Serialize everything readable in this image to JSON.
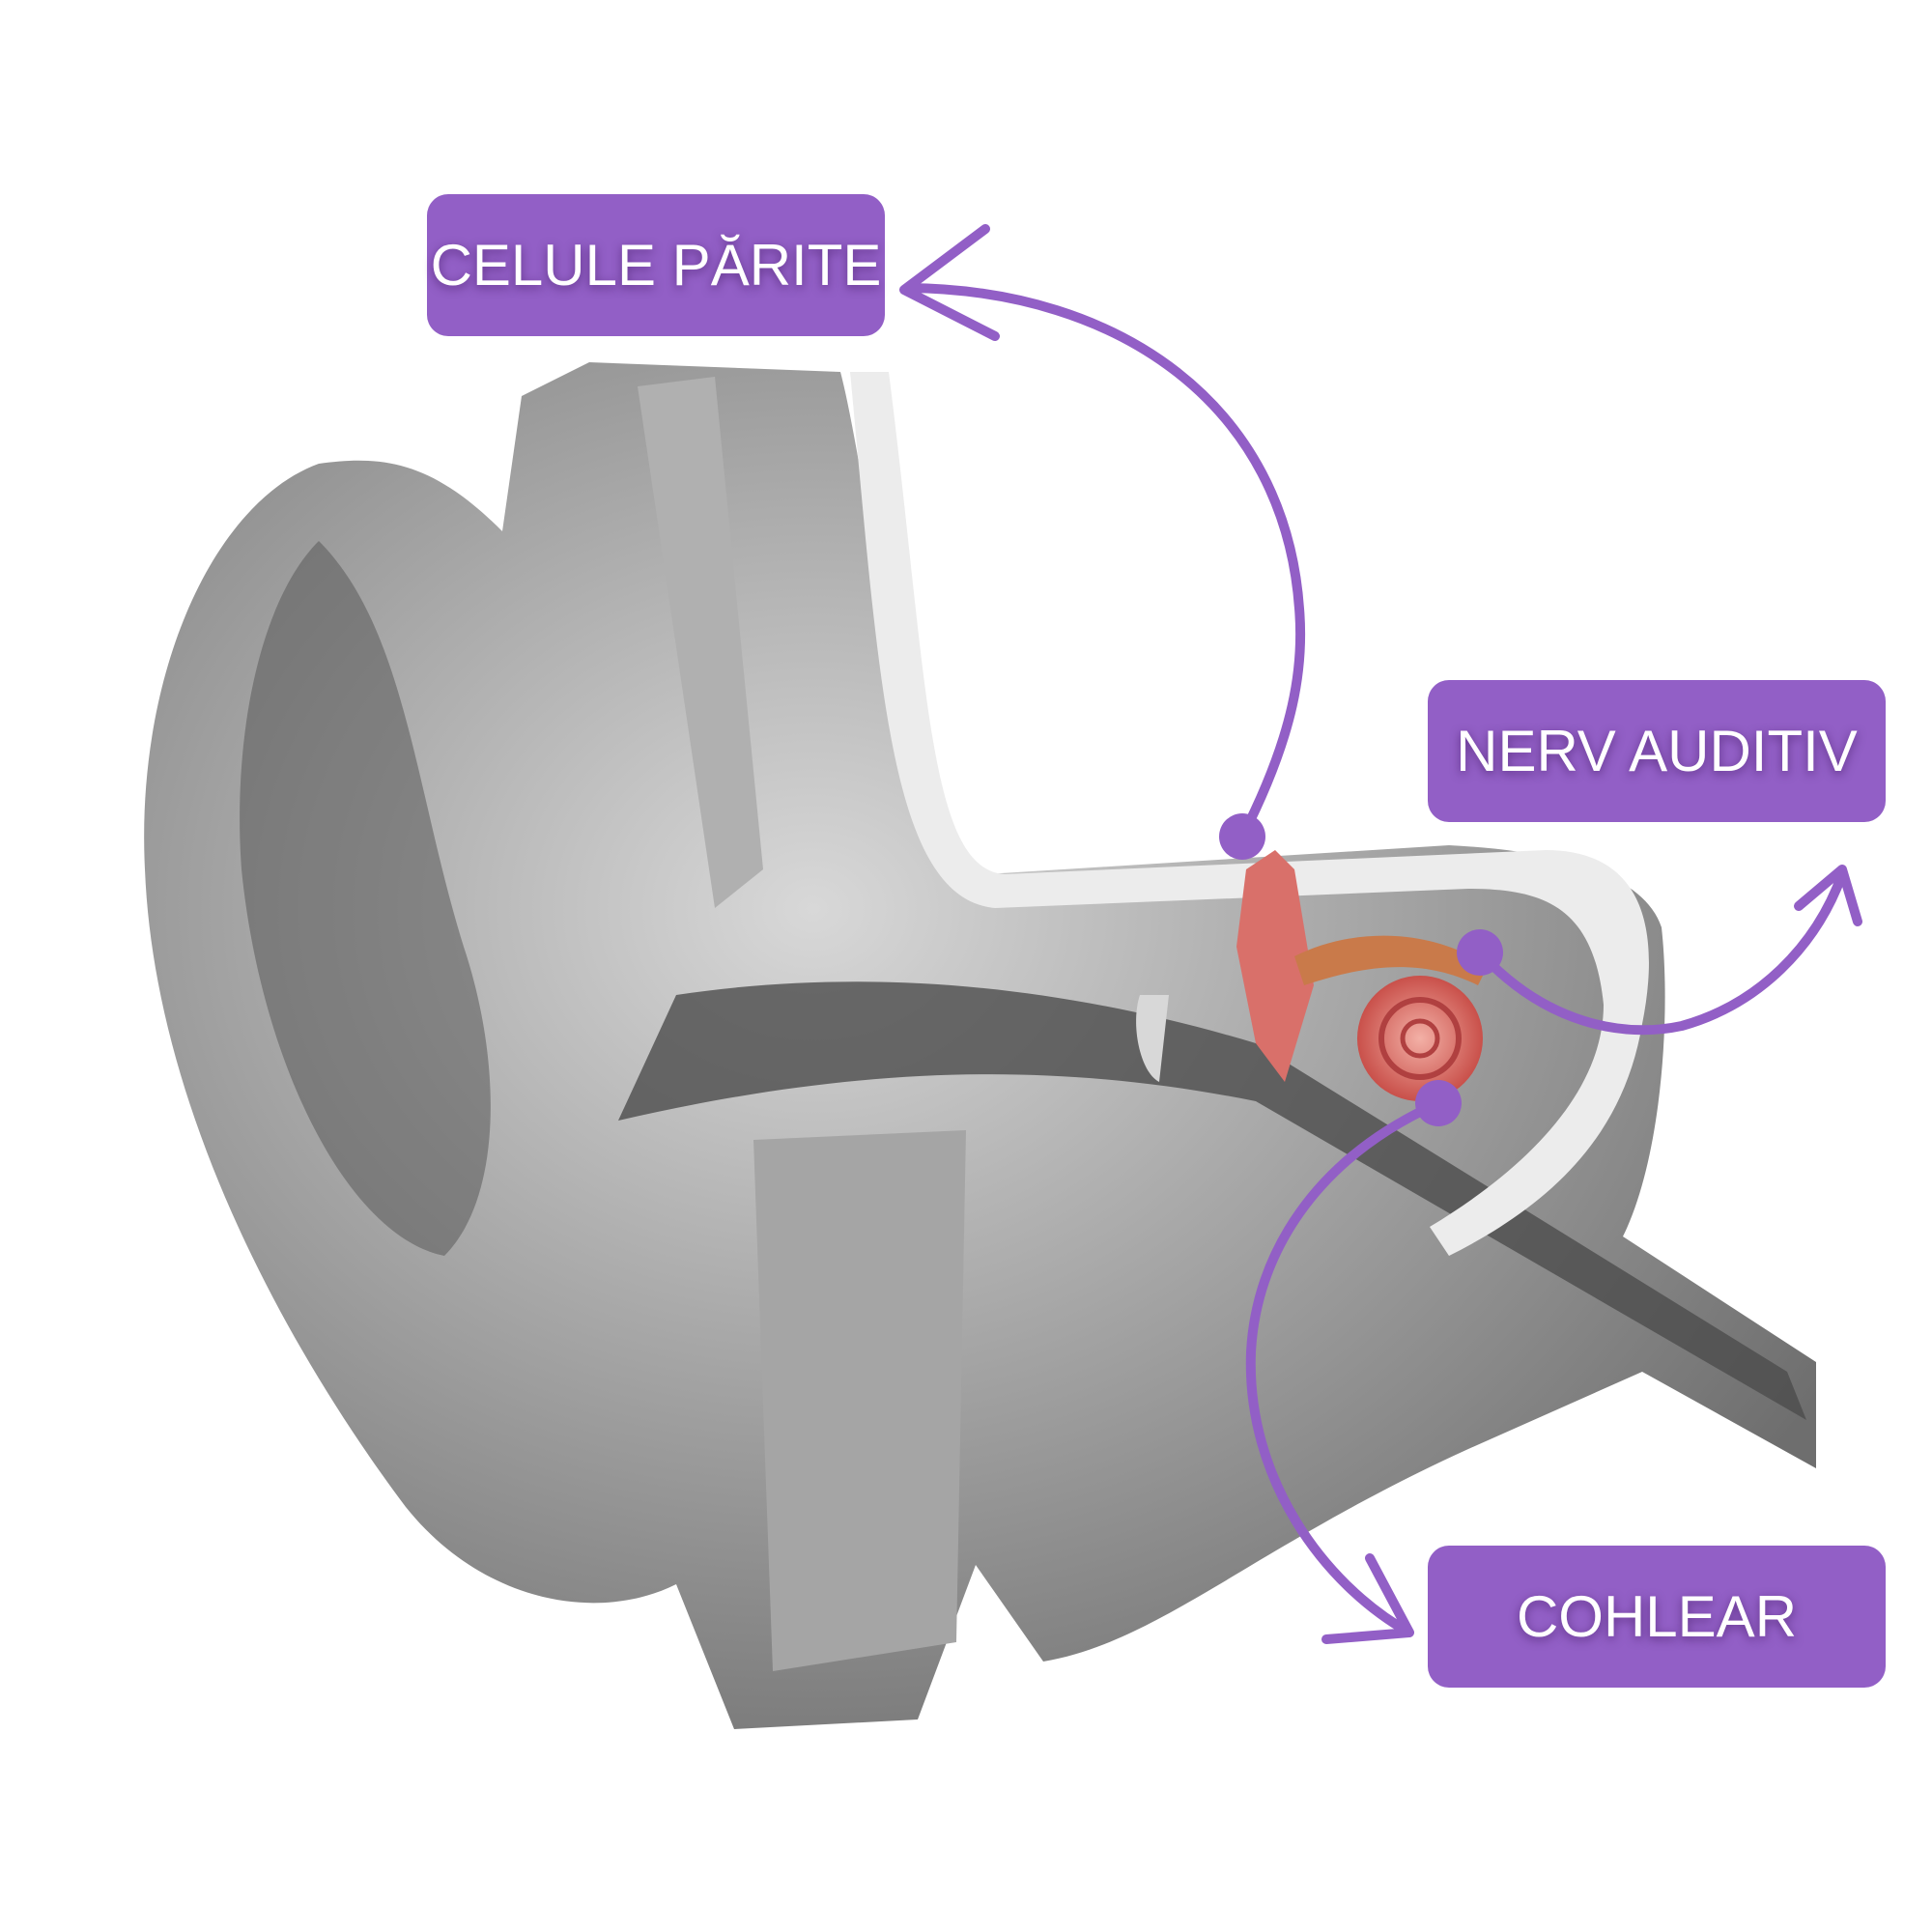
{
  "labels": {
    "hair_cells": "CELULE PĂRITE",
    "auditory_nerve": "NERV AUDITIV",
    "cochlear": "COHLEAR"
  },
  "colors": {
    "accent": "#925fc6",
    "label_text": "#ffffff",
    "ear_tissue": "#8a8a8a",
    "inner_ear": "#d9706a"
  }
}
